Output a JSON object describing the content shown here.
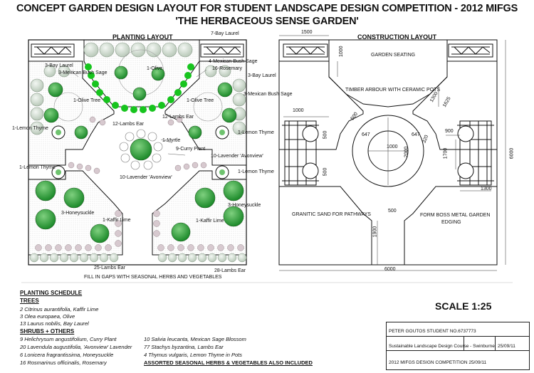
{
  "title": {
    "line1": "CONCEPT GARDEN DESIGN LAYOUT FOR STUDENT LANDSCAPE DESIGN COMPETITION - 2012 MIFGS",
    "line2": "'THE HERBACEOUS SENSE GARDEN'"
  },
  "planting_layout": {
    "heading": "PLANTING  LAYOUT",
    "labels": {
      "bay_laurel_7": "7-Bay Laurel",
      "bay_laurel_3_left": "3-Bay Laurel",
      "mexican_bush_sage_3_left": "3-Mexican Bush Sage",
      "olive_1": "1-Olive",
      "mexican_bush_sage_4": "4-Mexican Bush Sage",
      "rosemary_16": "16-Rosemary",
      "bay_laurel_3_right": "3-Bay Laurel",
      "mexican_bush_sage_3_right": "3-Mexican Bush Sage",
      "olive_tree_left": "1-Olive Tree",
      "olive_tree_right": "1-Olive Tree",
      "lambs_ear_12_left": "12-Lambs Ear",
      "lambs_ear_12_right": "12-Lambs Ear",
      "lemon_thyme_tl": "1-Lemon Thyme",
      "lemon_thyme_tr": "1-Lemon Thyme",
      "myrtle_1": "1-Myrtle",
      "curry_plant_9": "9-Curry Plant",
      "lavender_avonview_10_right": "10-Lavender 'Avonview'",
      "lemon_thyme_bl": "1-Lemon Thyme",
      "lemon_thyme_br": "1-Lemon Thyme",
      "lavender_avonview_10_center": "10-Lavender 'Avonview'",
      "honeysuckle_3_left": "3-Honeysuckle",
      "honeysuckle_3_right": "3-Honeysuckle",
      "kaffir_lime_left": "1-Kaffir Lime",
      "kaffir_lime_right": "1-Kaffir Lime",
      "lambs_ear_25": "25-Lambs Ear",
      "lambs_ear_28": "28-Lambs Ear"
    },
    "fill_note": "FILL IN GAPS WITH SEASONAL HERBS AND VEGETABLES"
  },
  "construction_layout": {
    "heading": "CONSTRUCTION  LAYOUT",
    "labels": {
      "garden_seating": "GARDEN SEATING",
      "timber_arbour": "TIMBER ARBOUR WITH CERAMIC POTS",
      "granitic_sand": "GRANITIC SAND FOR PATHWAYS",
      "form_boss_line1": "FORM BOSS METAL GARDEN",
      "form_boss_line2": "EDGING"
    },
    "dimensions": {
      "d1500": "1500",
      "d1000_top": "1000",
      "d1000_left": "1000",
      "d500_left": "500",
      "d1300_top": "1300",
      "d1625": "1625",
      "d647_left": "647",
      "d647_right": "647",
      "d320": "320",
      "d900": "900",
      "d500_arbour_l1": "500",
      "d500_arbour_l2": "500",
      "d1000_center": "1000",
      "d2000": "2000",
      "d1700": "1700",
      "d6000_right": "6000",
      "d1300_right": "1300",
      "d500_bottom": "500",
      "d1900": "1900",
      "d6000_bottom": "6000"
    }
  },
  "schedule": {
    "heading": "PLANTING SCHEDULE",
    "trees_heading": "TREES",
    "trees": [
      "2 Citrinus aurantifolia, Kaffir Lime",
      "3 Olea europaea, Olive",
      "13 Laurus nobilis, Bay Laurel"
    ],
    "shrubs_heading": "SHRUBS + OTHERS",
    "shrubs_col1": [
      "9 Helichrysum angustifolium, Curry Plant",
      "20 Lavendula augustifolia, 'Avonview' Lavender",
      "6 Lonicera fragrantissima, Honeysuckle",
      "16 Rosmarinus officinalis, Rosemary"
    ],
    "shrubs_col2": [
      "10 Salvia leucanta, Mexican Sage Blossom",
      "77 Stachys byzantina, Lambs Ear",
      "4  Thymus vulgaris, Lemon Thyme in Pots"
    ],
    "assorted_note": "ASSORTED SEASONAL HERBS & VEGETABLES ALSO INCLUDED"
  },
  "scale": "SCALE  1:25",
  "title_block": {
    "name": "PETER GOUTOS STUDENT NO.6737773",
    "course": "Sustainable Landscape Design Course - Swinburne",
    "date": "25/09/11",
    "file": "2012 MIFGS DESIGN COMPETITION 25/09/11"
  }
}
